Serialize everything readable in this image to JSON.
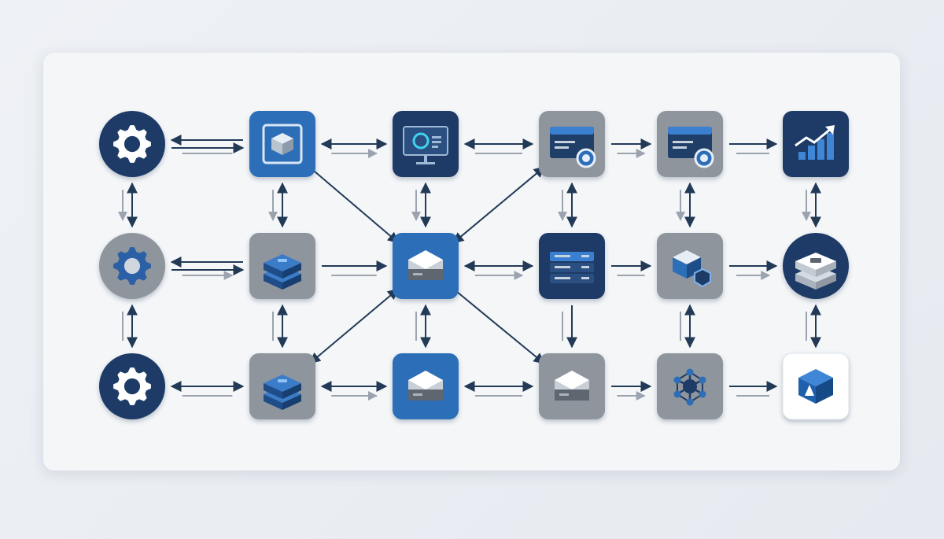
{
  "diagram": {
    "colors": {
      "navy": "#1d3b66",
      "navy_dark": "#173257",
      "blue": "#2c6fb8",
      "blue_mid": "#2a5fa3",
      "gray": "#8f959d",
      "white": "#ffffff",
      "arrow": "#233a57",
      "arrow_faint": "#9aa3ae",
      "accent": "#3fd3f0"
    },
    "nodes": [
      {
        "id": "n-r1c1",
        "shape": "circle",
        "fill": "navy",
        "icon": "gear-icon"
      },
      {
        "id": "n-r1c2",
        "shape": "square",
        "fill": "blue",
        "icon": "cube-frame-icon"
      },
      {
        "id": "n-r1c3",
        "shape": "square",
        "fill": "navy",
        "icon": "monitor-icon"
      },
      {
        "id": "n-r1c4",
        "shape": "square",
        "fill": "gray",
        "icon": "window-badge-icon"
      },
      {
        "id": "n-r1c5",
        "shape": "square",
        "fill": "gray",
        "icon": "window-badge-icon"
      },
      {
        "id": "n-r1c6",
        "shape": "square",
        "fill": "navy",
        "icon": "trend-chart-icon"
      },
      {
        "id": "n-r2c1",
        "shape": "circle",
        "fill": "gray",
        "icon": "gear-icon"
      },
      {
        "id": "n-r2c2",
        "shape": "square",
        "fill": "gray",
        "icon": "layers-icon"
      },
      {
        "id": "n-r2c3",
        "shape": "square",
        "fill": "blue",
        "icon": "server-stack-icon"
      },
      {
        "id": "n-r2c4",
        "shape": "square",
        "fill": "navy",
        "icon": "rack-server-icon"
      },
      {
        "id": "n-r2c5",
        "shape": "square",
        "fill": "gray",
        "icon": "server-shield-icon"
      },
      {
        "id": "n-r2c6",
        "shape": "circle",
        "fill": "navy",
        "icon": "database-stack-icon"
      },
      {
        "id": "n-r3c1",
        "shape": "circle",
        "fill": "navy",
        "icon": "gear-icon"
      },
      {
        "id": "n-r3c2",
        "shape": "square",
        "fill": "gray",
        "icon": "layers-icon"
      },
      {
        "id": "n-r3c3",
        "shape": "square",
        "fill": "blue",
        "icon": "server-stack-icon"
      },
      {
        "id": "n-r3c4",
        "shape": "square",
        "fill": "gray",
        "icon": "server-stack-icon"
      },
      {
        "id": "n-r3c5",
        "shape": "square",
        "fill": "gray",
        "icon": "network-hub-icon"
      },
      {
        "id": "n-r3c6",
        "shape": "square",
        "fill": "white",
        "icon": "cube-logo-icon"
      }
    ],
    "edges": [
      {
        "from": "n-r1c1",
        "to": "n-r1c2",
        "style": "bi-parallel"
      },
      {
        "from": "n-r1c2",
        "to": "n-r1c3",
        "style": "bi"
      },
      {
        "from": "n-r1c3",
        "to": "n-r1c4",
        "style": "bi"
      },
      {
        "from": "n-r1c4",
        "to": "n-r1c5",
        "style": "uni"
      },
      {
        "from": "n-r1c5",
        "to": "n-r1c6",
        "style": "uni"
      },
      {
        "from": "n-r2c1",
        "to": "n-r2c2",
        "style": "bi-parallel"
      },
      {
        "from": "n-r2c2",
        "to": "n-r2c3",
        "style": "uni"
      },
      {
        "from": "n-r2c3",
        "to": "n-r2c4",
        "style": "bi"
      },
      {
        "from": "n-r2c4",
        "to": "n-r2c5",
        "style": "uni"
      },
      {
        "from": "n-r2c5",
        "to": "n-r2c6",
        "style": "uni"
      },
      {
        "from": "n-r3c1",
        "to": "n-r3c2",
        "style": "bi"
      },
      {
        "from": "n-r3c2",
        "to": "n-r3c3",
        "style": "bi"
      },
      {
        "from": "n-r3c3",
        "to": "n-r3c4",
        "style": "bi"
      },
      {
        "from": "n-r3c4",
        "to": "n-r3c5",
        "style": "uni"
      },
      {
        "from": "n-r3c5",
        "to": "n-r3c6",
        "style": "uni"
      },
      {
        "from": "n-r1c1",
        "to": "n-r2c1",
        "style": "bi"
      },
      {
        "from": "n-r2c1",
        "to": "n-r3c1",
        "style": "bi"
      },
      {
        "from": "n-r1c2",
        "to": "n-r2c2",
        "style": "bi"
      },
      {
        "from": "n-r2c2",
        "to": "n-r3c2",
        "style": "bi"
      },
      {
        "from": "n-r1c3",
        "to": "n-r2c3",
        "style": "bi"
      },
      {
        "from": "n-r2c3",
        "to": "n-r3c3",
        "style": "bi"
      },
      {
        "from": "n-r1c4",
        "to": "n-r2c4",
        "style": "bi"
      },
      {
        "from": "n-r2c4",
        "to": "n-r3c4",
        "style": "uni"
      },
      {
        "from": "n-r1c5",
        "to": "n-r2c5",
        "style": "bi"
      },
      {
        "from": "n-r2c5",
        "to": "n-r3c5",
        "style": "bi"
      },
      {
        "from": "n-r1c6",
        "to": "n-r2c6",
        "style": "bi"
      },
      {
        "from": "n-r2c6",
        "to": "n-r3c6",
        "style": "bi"
      },
      {
        "from": "n-r1c2",
        "to": "n-r2c3",
        "style": "uni"
      },
      {
        "from": "n-r2c3",
        "to": "n-r1c4",
        "style": "bi"
      },
      {
        "from": "n-r2c3",
        "to": "n-r3c2",
        "style": "bi"
      },
      {
        "from": "n-r2c3",
        "to": "n-r3c4",
        "style": "uni"
      }
    ]
  }
}
